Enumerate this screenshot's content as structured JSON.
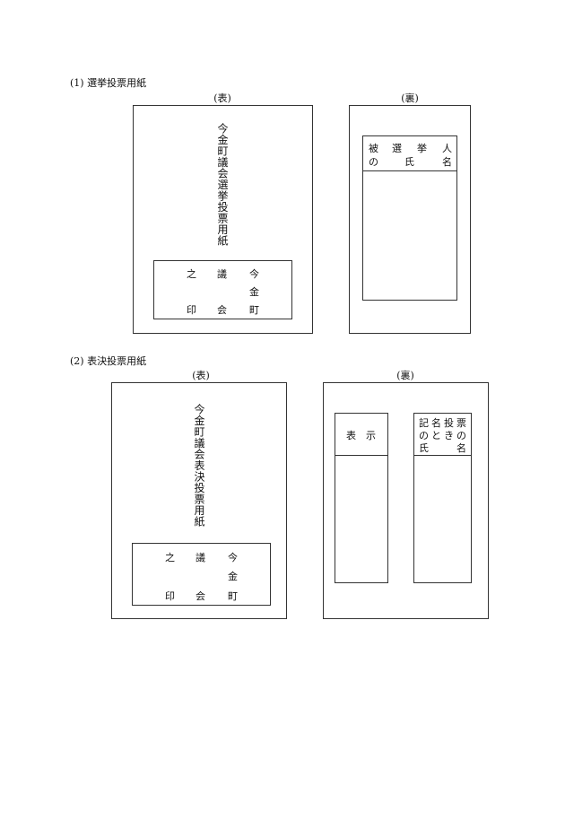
{
  "sections": [
    {
      "title": "(1) 選挙投票用紙",
      "front_label": "(表)",
      "back_label": "(裏)",
      "front_vertical_title": "今金町議会選挙投票用紙",
      "stamp": {
        "row1": [
          "之",
          "議",
          "今"
        ],
        "row2": [
          "金"
        ],
        "row3": [
          "印",
          "会",
          "町"
        ]
      },
      "back_header_line1": [
        "被",
        "選",
        "挙",
        "人"
      ],
      "back_header_line2": [
        "の",
        "氏",
        "名"
      ]
    },
    {
      "title": "(2) 表決投票用紙",
      "front_label": "(表)",
      "back_label": "(裏)",
      "front_vertical_title": "今金町議会表決投票用紙",
      "stamp": {
        "row1": [
          "之",
          "議",
          "今"
        ],
        "row2": [
          "金"
        ],
        "row3": [
          "印",
          "会",
          "町"
        ]
      },
      "back_left_header": [
        "表",
        "示"
      ],
      "back_right_header_line1": [
        "記",
        "名",
        "投",
        "票"
      ],
      "back_right_header_line2": [
        "の",
        "と",
        "き",
        "の"
      ],
      "back_right_header_line3": [
        "氏",
        "名"
      ]
    }
  ]
}
